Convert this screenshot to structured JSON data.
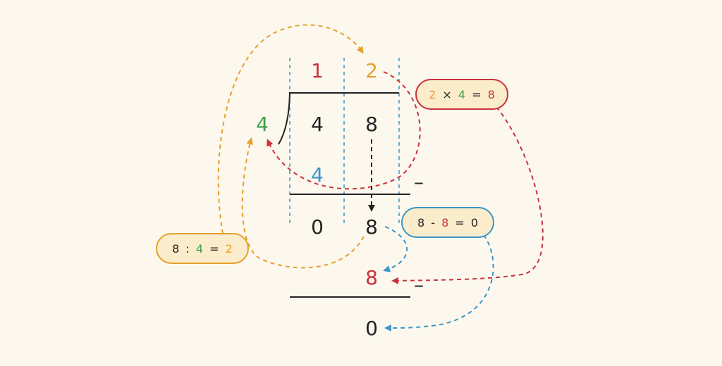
{
  "colors": {
    "background": "#fdf8ee",
    "orange": "#e6a02a",
    "red": "#c8323c",
    "green": "#3fa04a",
    "blue": "#3a95c9",
    "black": "#222222",
    "pill_fill": "#fbeccb",
    "grid_line": "#3a95c9"
  },
  "quotient": {
    "first": "1",
    "second": "2"
  },
  "divisor": "4",
  "dividend": {
    "first": "4",
    "second": "8"
  },
  "step1": {
    "subtrahend": "4",
    "minus": "–",
    "remainder": "0",
    "brought_down": "8"
  },
  "step2": {
    "subtrahend": "8",
    "minus": "–",
    "result": "0"
  },
  "pills": {
    "multiply": {
      "a": "2",
      "op": "×",
      "b": "4",
      "eq": "=",
      "result": "8"
    },
    "subtract": {
      "a": "8",
      "op": "-",
      "b": "8",
      "eq": "=",
      "result": "0"
    },
    "divide": {
      "a": "8",
      "op": ":",
      "b": "4",
      "eq": "=",
      "result": "2"
    }
  }
}
